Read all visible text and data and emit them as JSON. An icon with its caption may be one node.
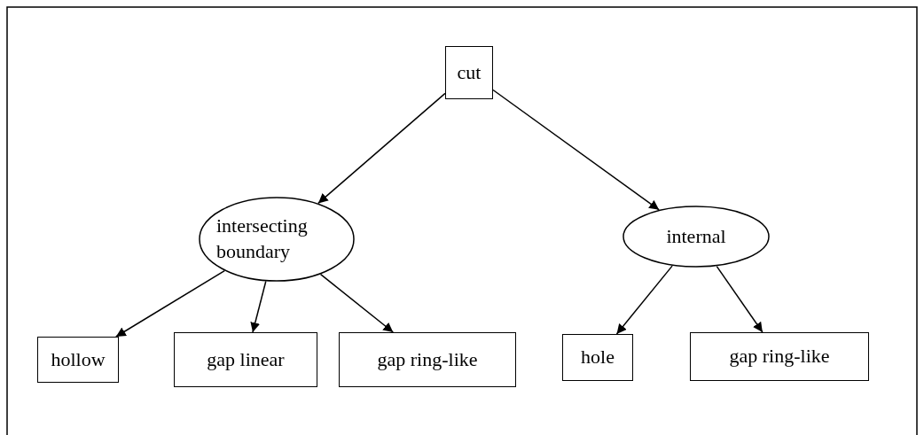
{
  "diagram": {
    "nodes": [
      {
        "text": [
          "cut"
        ]
      },
      {
        "text": [
          "intersecting boundary"
        ]
      },
      {
        "text": [
          "internal"
        ]
      },
      {
        "text": [
          "hollow"
        ]
      },
      {
        "text": [
          "gap linear"
        ]
      },
      {
        "text": [
          "gap ring-like"
        ]
      },
      {
        "text": [
          "hole"
        ]
      },
      {
        "text": [
          "gap ring-like"
        ]
      }
    ],
    "edges": [
      {
        "from": 0,
        "to": 1,
        "arrow": "to"
      },
      {
        "from": 0,
        "to": 2,
        "arrow": "to"
      },
      {
        "from": 1,
        "to": 3,
        "arrow": "to"
      },
      {
        "from": 1,
        "to": 4,
        "arrow": "to"
      },
      {
        "from": 1,
        "to": 5,
        "arrow": "to"
      },
      {
        "from": 2,
        "to": 6,
        "arrow": "to"
      },
      {
        "from": 2,
        "to": 7,
        "arrow": "to"
      }
    ]
  }
}
